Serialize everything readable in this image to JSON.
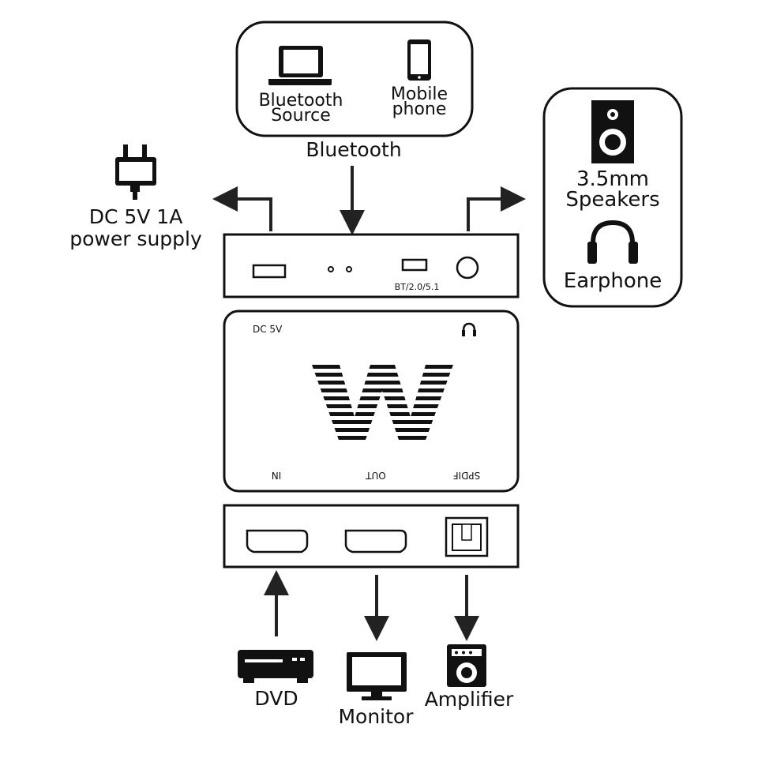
{
  "bluetooth_group": {
    "label": "Bluetooth",
    "items": [
      {
        "line1": "Bluetooth",
        "line2": "Source",
        "icon": "laptop-icon"
      },
      {
        "line1": "Mobile",
        "line2": "phone",
        "icon": "mobile-phone-icon"
      }
    ]
  },
  "power": {
    "line1": "DC 5V 1A",
    "line2": "power supply",
    "icon": "power-plug-icon"
  },
  "audio_out": {
    "speakers_line1": "3.5mm",
    "speakers_line2": "Speakers",
    "earphone": "Earphone",
    "icons": [
      "speaker-icon",
      "headphones-icon"
    ]
  },
  "device_back": {
    "mode_label": "BT/2.0/5.1"
  },
  "device_top": {
    "dc_label": "DC 5V",
    "in_label": "IN",
    "out_label": "OUT",
    "spdif_label": "SPDIF",
    "logo": "W"
  },
  "bottom_devices": {
    "dvd": "DVD",
    "monitor": "Monitor",
    "amplifier": "Amplifier",
    "icons": [
      "dvd-player-icon",
      "monitor-icon",
      "amplifier-icon"
    ]
  }
}
